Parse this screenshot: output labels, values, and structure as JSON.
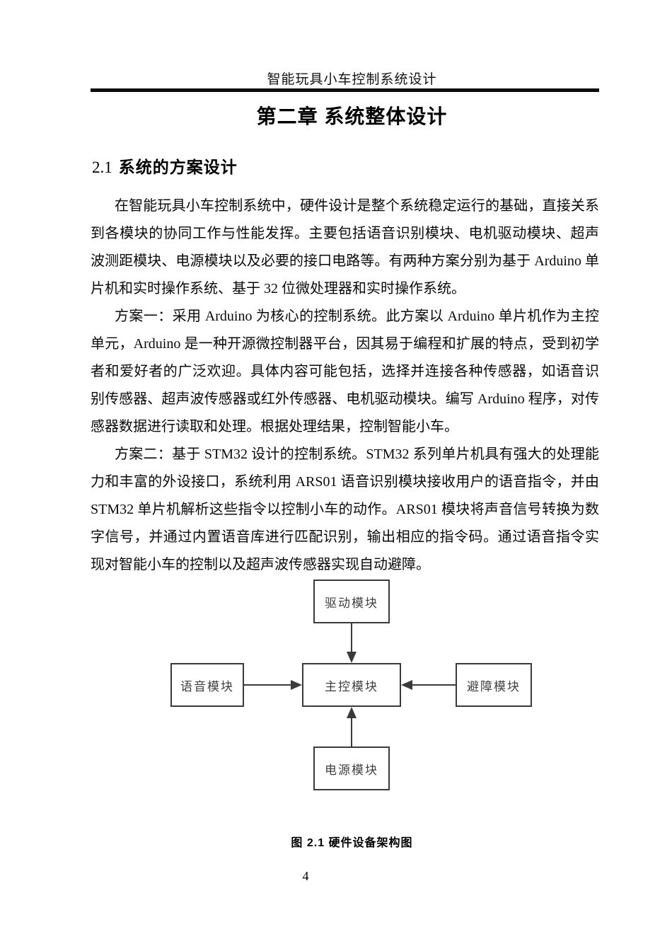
{
  "header": {
    "title": "智能玩具小车控制系统设计"
  },
  "chapter": {
    "title": "第二章 系统整体设计"
  },
  "section": {
    "number": "2.1",
    "title": "系统的方案设计"
  },
  "paragraphs": [
    "在智能玩具小车控制系统中，硬件设计是整个系统稳定运行的基础，直接关系到各模块的协同工作与性能发挥。主要包括语音识别模块、电机驱动模块、超声波测距模块、电源模块以及必要的接口电路等。有两种方案分别为基于 Arduino 单片机和实时操作系统、基于 32 位微处理器和实时操作系统。",
    "方案一：采用 Arduino 为核心的控制系统。此方案以 Arduino 单片机作为主控单元，Arduino 是一种开源微控制器平台，因其易于编程和扩展的特点，受到初学者和爱好者的广泛欢迎。具体内容可能包括，选择并连接各种传感器，如语音识别传感器、超声波传感器或红外传感器、电机驱动模块。编写 Arduino 程序，对传感器数据进行读取和处理。根据处理结果，控制智能小车。",
    "方案二：基于 STM32 设计的控制系统。STM32 系列单片机具有强大的处理能力和丰富的外设接口，系统利用 ARS01 语音识别模块接收用户的语音指令，并由 STM32 单片机解析这些指令以控制小车的动作。ARS01 模块将声音信号转换为数字信号，并通过内置语音库进行匹配识别，输出相应的指令码。通过语音指令实现对智能小车的控制以及超声波传感器实现自动避障。"
  ],
  "figure": {
    "type": "block-diagram",
    "caption": "图 2.1 硬件设备架构图",
    "boxes": [
      {
        "id": "drive",
        "label": "驱动模块"
      },
      {
        "id": "voice",
        "label": "语音模块"
      },
      {
        "id": "main",
        "label": "主控模块"
      },
      {
        "id": "obstacle",
        "label": "避障模块"
      },
      {
        "id": "power",
        "label": "电源模块"
      }
    ],
    "connections": [
      {
        "from": "驱动模块",
        "to": "主控模块"
      },
      {
        "from": "语音模块",
        "to": "主控模块"
      },
      {
        "from": "避障模块",
        "to": "主控模块"
      },
      {
        "from": "电源模块",
        "to": "主控模块"
      }
    ]
  },
  "footer": {
    "page_number": "4"
  },
  "colors": {
    "text_color": "#0a0a0a",
    "diagram_stroke": "#3a3a3a",
    "diagram_text": "#3f3f3f"
  }
}
